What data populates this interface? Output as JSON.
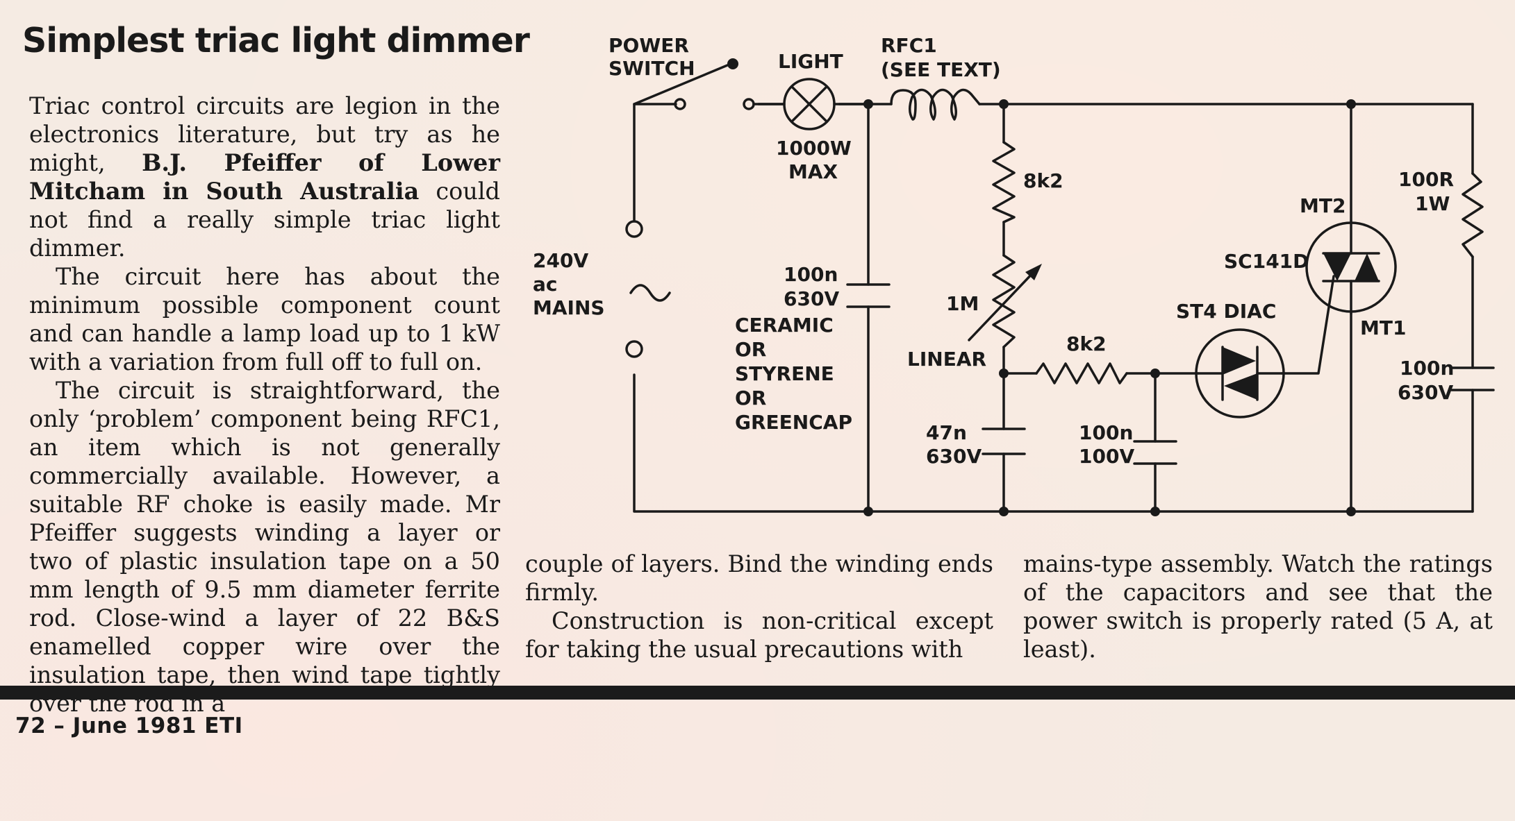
{
  "article": {
    "title": "Simplest triac light dimmer",
    "col1_p1_a": "Triac control circuits are legion in the electronics literature, but try as he might, ",
    "col1_p1_author": "B.J. Pfeiffer of Lower Mitcham in South Australia",
    "col1_p1_b": " could not find a really simple triac light dimmer.",
    "col1_p2": "The circuit here has about the minimum possible component count and can handle a lamp load up to 1 kW with a variation from full off to full on.",
    "col1_p3": "The circuit is straightforward, the only ‘problem’ component being RFC1, an item which is not generally commercially available. However, a suitable RF choke is easily made. Mr Pfeiffer suggests winding a layer or two of plastic insulation tape on a 50 mm length of 9.5 mm diameter ferrite rod. Close-wind a layer of 22 B&S enamelled copper wire over the insulation tape, then wind tape tightly over the rod in a",
    "col2_p1": "couple of layers. Bind the winding ends firmly.",
    "col2_p2": "Construction is non-critical except for taking the usual precautions with",
    "col3_p1": "mains-type assembly. Watch the ratings of the capacitors and see that the power switch is properly rated (5 A, at least)."
  },
  "schematic": {
    "power_switch": [
      "POWER",
      "SWITCH"
    ],
    "light": "LIGHT",
    "light_rating": [
      "1000W",
      "MAX"
    ],
    "rfc1": [
      "RFC1",
      "(SEE TEXT)"
    ],
    "mains": [
      "240V",
      "ac",
      "MAINS"
    ],
    "r_top": "8k2",
    "pot": "1M",
    "pot_type": "LINEAR",
    "cap_main": [
      "100n",
      "630V"
    ],
    "cap_main_types": [
      "CERAMIC",
      "OR",
      "STYRENE",
      "OR",
      "GREENCAP"
    ],
    "cap_47n": [
      "47n",
      "630V"
    ],
    "r_series": "8k2",
    "cap_100n_100v": [
      "100n",
      "100V"
    ],
    "diac": "ST4  DIAC",
    "triac": "SC141D",
    "mt2": "MT2",
    "mt1": "MT1",
    "r_snubber": [
      "100R",
      "1W"
    ],
    "cap_snubber": [
      "100n",
      "630V"
    ]
  },
  "footer": {
    "text": "72  –  June  1981  ETI"
  }
}
